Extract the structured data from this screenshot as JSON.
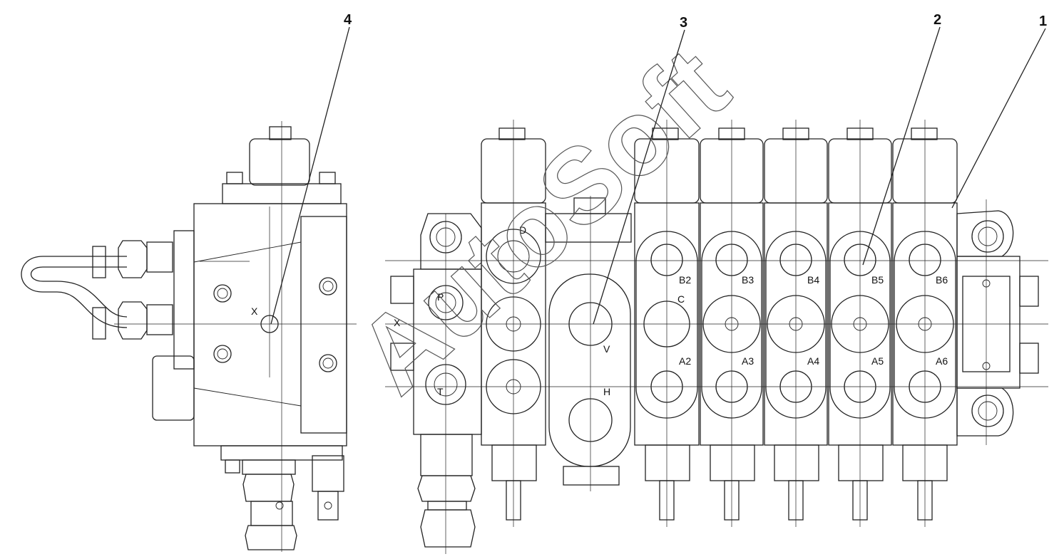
{
  "drawing": {
    "callouts": [
      "1",
      "2",
      "3",
      "4"
    ],
    "ports": {
      "left_valve_x": "X",
      "inlet_p": "P",
      "inlet_t": "T",
      "inlet_x": "X",
      "d": "D",
      "v": "V",
      "h": "H",
      "c": "C",
      "b2": "B2",
      "b3": "B3",
      "b4": "B4",
      "b5": "B5",
      "b6": "B6",
      "a2": "A2",
      "a3": "A3",
      "a4": "A4",
      "a5": "A5",
      "a6": "A6"
    },
    "watermark": "AutoSoft"
  }
}
